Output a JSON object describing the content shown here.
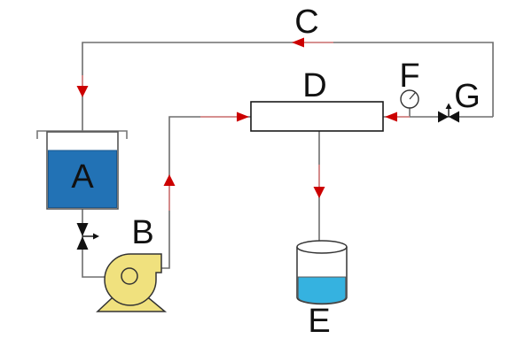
{
  "diagram": {
    "type": "process-flow-diagram",
    "components": {
      "feed_tank": {
        "label": "A",
        "description": "tank with liquid"
      },
      "pump": {
        "label": "B",
        "description": "centrifugal pump"
      },
      "return_line": {
        "label": "C",
        "description": "top recirculation pipe"
      },
      "module": {
        "label": "D",
        "description": "horizontal rectangular module"
      },
      "collector": {
        "label": "E",
        "description": "cylindrical collection vessel"
      },
      "pressure_gauge": {
        "label": "F",
        "description": "pressure gauge"
      },
      "valve": {
        "label": "G",
        "description": "inline valve"
      }
    },
    "colors": {
      "tank_liquid": "#2272b5",
      "collector_liquid": "#35b2e0",
      "pump_body": "#f0e17e",
      "pipe": "#6e6e6e",
      "flow_arrow": "#cc0000",
      "flow_tail": "#e08484",
      "outline": "#333333"
    }
  }
}
